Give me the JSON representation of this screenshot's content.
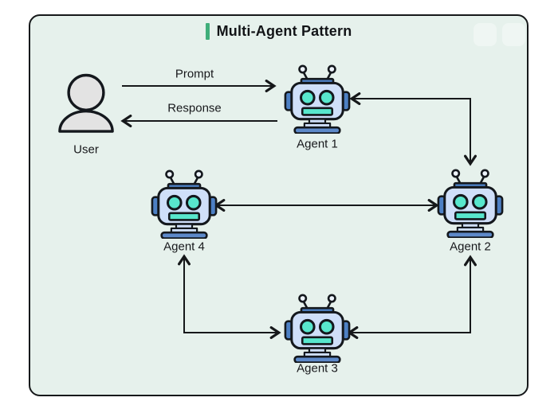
{
  "title": {
    "text": "Multi-Agent Pattern"
  },
  "nodes": {
    "user": {
      "label": "User",
      "icon": "person-icon"
    },
    "agents": [
      {
        "label": "Agent 1",
        "icon": "robot-icon"
      },
      {
        "label": "Agent 2",
        "icon": "robot-icon"
      },
      {
        "label": "Agent 3",
        "icon": "robot-icon"
      },
      {
        "label": "Agent 4",
        "icon": "robot-icon"
      }
    ]
  },
  "edges": [
    {
      "from": "User",
      "to": "Agent 1",
      "label": "Prompt",
      "direction": "one-way",
      "shape": "straight"
    },
    {
      "from": "Agent 1",
      "to": "User",
      "label": "Response",
      "direction": "one-way",
      "shape": "straight"
    },
    {
      "from": "Agent 1",
      "to": "Agent 2",
      "label": "",
      "direction": "two-way",
      "shape": "elbow"
    },
    {
      "from": "Agent 4",
      "to": "Agent 2",
      "label": "",
      "direction": "two-way",
      "shape": "straight"
    },
    {
      "from": "Agent 2",
      "to": "Agent 3",
      "label": "",
      "direction": "two-way",
      "shape": "elbow"
    },
    {
      "from": "Agent 4",
      "to": "Agent 3",
      "label": "",
      "direction": "two-way",
      "shape": "elbow"
    }
  ],
  "colors": {
    "page-bg": "#ffffff",
    "panel-bg": "#e6f1ec",
    "outline": "#16181a",
    "accent-green": "#3fae7a",
    "robot-head": "#cfdff9",
    "robot-teal": "#58e7cd",
    "robot-blue": "#4d80c4",
    "robot-base": "#5d89c9",
    "user-fill": "#e3e3e3"
  }
}
